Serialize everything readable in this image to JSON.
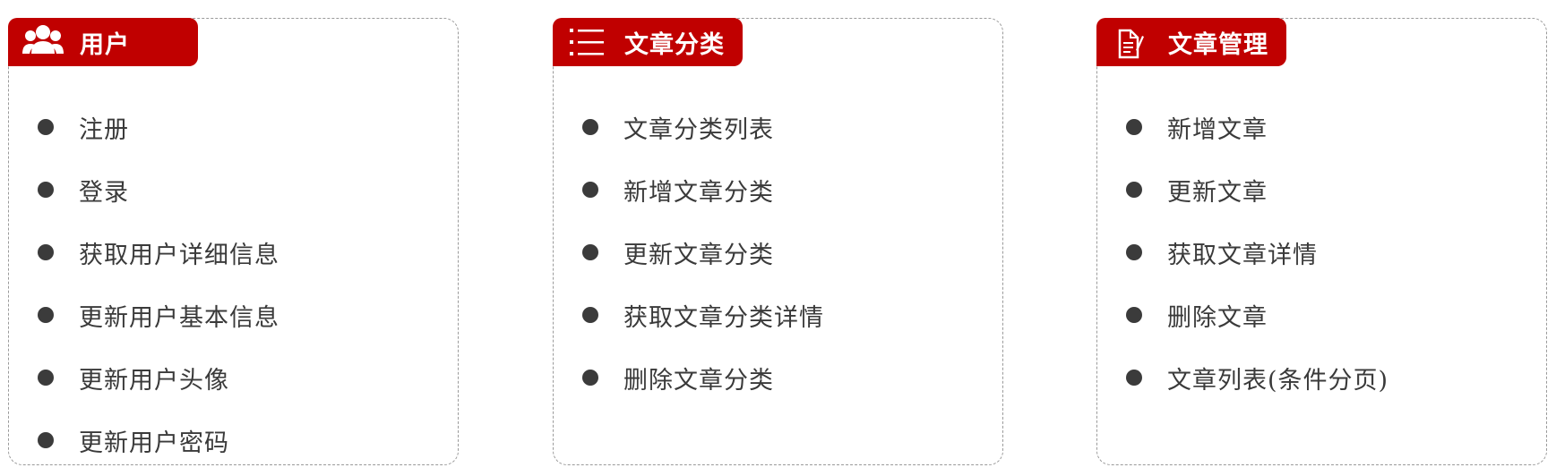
{
  "panels": [
    {
      "id": "users",
      "title": "用户",
      "icon": "users-icon",
      "items": [
        "注册",
        "登录",
        "获取用户详细信息",
        "更新用户基本信息",
        "更新用户头像",
        "更新用户密码"
      ]
    },
    {
      "id": "categories",
      "title": "文章分类",
      "icon": "list-icon",
      "items": [
        "文章分类列表",
        "新增文章分类",
        "更新文章分类",
        "获取文章分类详情",
        "删除文章分类"
      ]
    },
    {
      "id": "articles",
      "title": "文章管理",
      "icon": "document-edit-icon",
      "items": [
        "新增文章",
        "更新文章",
        "获取文章详情",
        "删除文章",
        "文章列表(条件分页)"
      ]
    }
  ],
  "colors": {
    "header_bg": "#c00000",
    "header_text": "#ffffff",
    "bullet": "#3b3b3b",
    "item_text": "#3a3a3a",
    "border": "#9a9a9a"
  }
}
